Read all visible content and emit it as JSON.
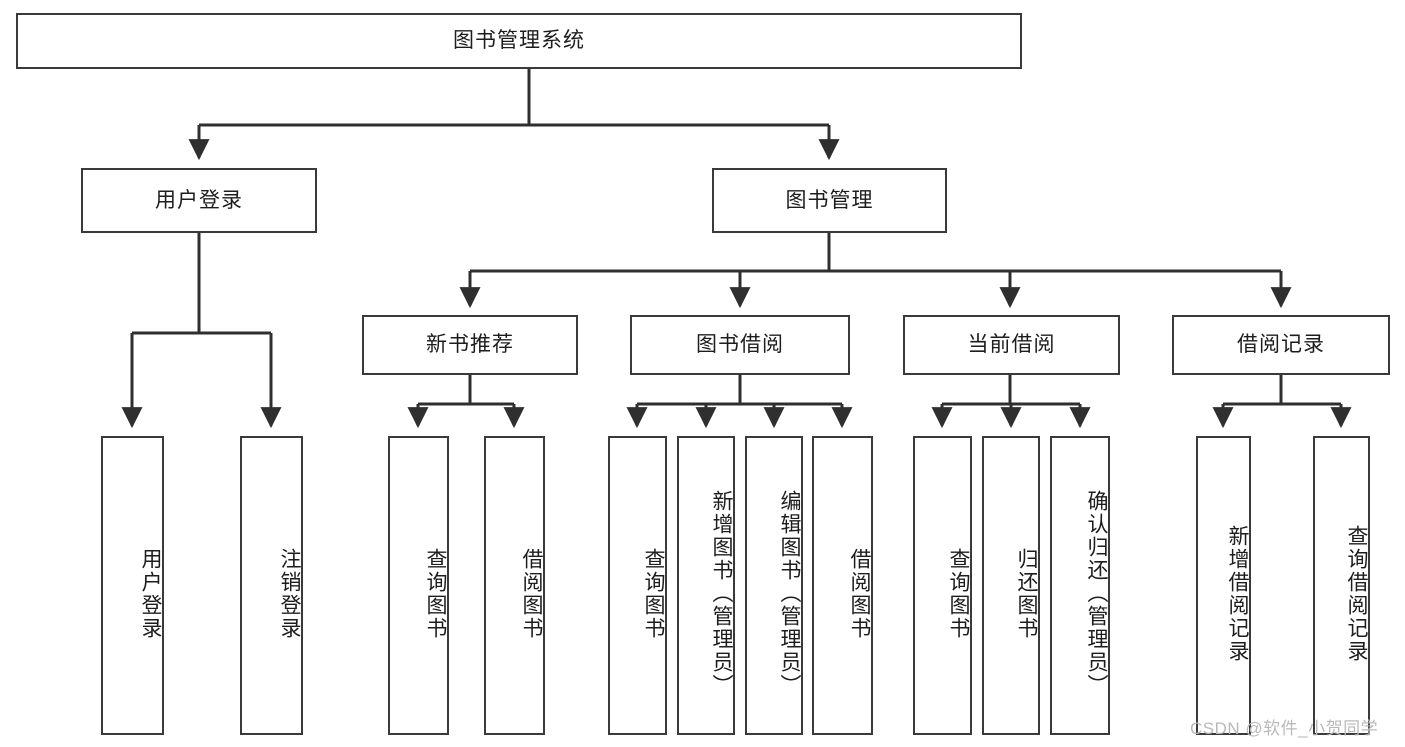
{
  "diagram": {
    "type": "tree-hierarchy",
    "title": "图书管理系统",
    "watermark": "CSDN @软件_小贺同学",
    "colors": {
      "box_border": "#3a3a3a",
      "box_fill": "#ffffff",
      "edge": "#2f2f2f",
      "text": "#1d1d1d",
      "watermark": "#b9b9b9",
      "background": "#ffffff"
    },
    "levels": 4,
    "root": {
      "id": "root",
      "label": "图书管理系统"
    },
    "level2": [
      {
        "id": "login",
        "label": "用户登录"
      },
      {
        "id": "bookmgmt",
        "label": "图书管理"
      }
    ],
    "level3": [
      {
        "id": "newbook",
        "label": "新书推荐",
        "parent": "bookmgmt"
      },
      {
        "id": "borrow",
        "label": "图书借阅",
        "parent": "bookmgmt"
      },
      {
        "id": "current",
        "label": "当前借阅",
        "parent": "bookmgmt"
      },
      {
        "id": "record",
        "label": "借阅记录",
        "parent": "bookmgmt"
      }
    ],
    "leaves": [
      {
        "id": "leaf1",
        "label": "用户登录",
        "parent": "login"
      },
      {
        "id": "leaf2",
        "label": "注销登录",
        "parent": "login"
      },
      {
        "id": "leaf3",
        "label": "查询图书",
        "parent": "newbook"
      },
      {
        "id": "leaf4",
        "label": "借阅图书",
        "parent": "newbook"
      },
      {
        "id": "leaf5",
        "label": "查询图书",
        "parent": "borrow"
      },
      {
        "id": "leaf6",
        "label": "新增图书（管理员）",
        "parent": "borrow"
      },
      {
        "id": "leaf7",
        "label": "编辑图书（管理员）",
        "parent": "borrow"
      },
      {
        "id": "leaf8",
        "label": "借阅图书",
        "parent": "borrow"
      },
      {
        "id": "leaf9",
        "label": "查询图书",
        "parent": "current"
      },
      {
        "id": "leaf10",
        "label": "归还图书",
        "parent": "current"
      },
      {
        "id": "leaf11",
        "label": "确认归还（管理员）",
        "parent": "current"
      },
      {
        "id": "leaf12",
        "label": "新增借阅记录",
        "parent": "record"
      },
      {
        "id": "leaf13",
        "label": "查询借阅记录",
        "parent": "record"
      }
    ]
  }
}
